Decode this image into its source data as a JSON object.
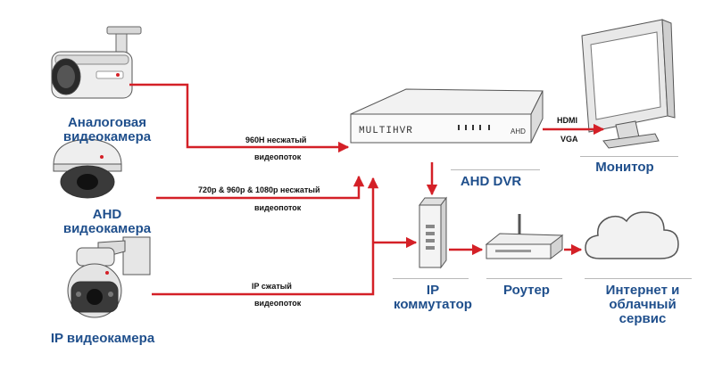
{
  "devices": {
    "analog_camera": "Аналоговая\nвидеокамера",
    "ahd_camera": "AHD\nвидеокамера",
    "ip_camera": "IP видеокамера",
    "dvr_label": "AHD DVR",
    "dvr_brand": "MULTIHVR",
    "dvr_badge": "AHD",
    "monitor": "Монитор",
    "ip_switch": "IP\nкоммутатор",
    "router": "Роутер",
    "cloud": "Интернет и\nоблачный\nсервис"
  },
  "links": {
    "analog_line1": "960H несжатый",
    "analog_line2": "видеопоток",
    "ahd_line1": "720p & 960p & 1080p несжатый",
    "ahd_line2": "видеопоток",
    "ip_line1": "IP  сжатый",
    "ip_line2": "видеопоток",
    "hdmi": "HDMI",
    "vga": "VGA"
  },
  "colors": {
    "arrow": "#d42027",
    "label_blue": "#1f4f8c"
  }
}
